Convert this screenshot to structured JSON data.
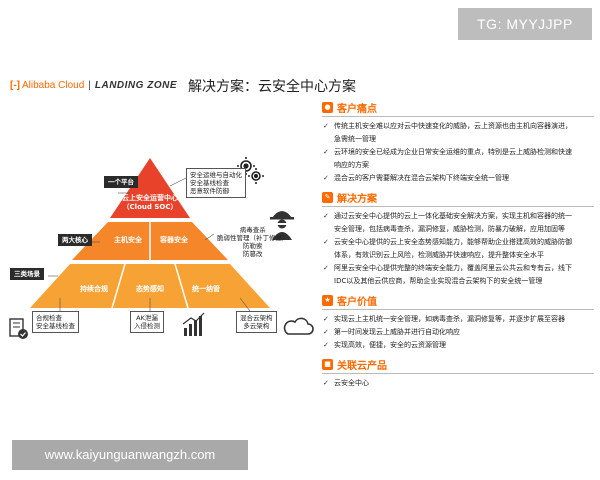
{
  "watermarks": {
    "top_right": "TG: MYYJJPP",
    "bottom_left": "www.kaiyunguanwangzh.com"
  },
  "brand": {
    "logo_mark": "[-]",
    "logo_text": "Alibaba Cloud",
    "separator": "|",
    "subtitle": "LANDING ZONE"
  },
  "page": {
    "title": "解决方案：云安全中心方案"
  },
  "colors": {
    "accent": "#ff6a00",
    "pyramid_top": "#e8432a",
    "pyramid_mid": "#f5862a",
    "pyramid_base": "#f7a235"
  },
  "pyramid": {
    "tags": {
      "platform": "一个平台",
      "core": "两大核心",
      "scenarios": "三类场景"
    },
    "top": {
      "line1": "云上安全运营中心",
      "line2": "（Cloud SOC）"
    },
    "middle": {
      "left": "主机安全",
      "right": "容器安全"
    },
    "base": {
      "left": "持续合规",
      "center": "态势感知",
      "right": "统一纳管"
    },
    "callouts": {
      "top_box": [
        "安全运维与自动化",
        "安全基线检查",
        "恶意软件防御"
      ],
      "mid_box": [
        "病毒查杀",
        "脆弱性管理（补丁修复）",
        "防勒索",
        "防篡改"
      ],
      "bottom_left": [
        "合规检查",
        "安全基线检查"
      ],
      "bottom_center": [
        "AK泄漏",
        "入侵检测"
      ],
      "bottom_right": [
        "混合云架构",
        "多云架构"
      ]
    },
    "icon_names": [
      "gears-icon",
      "hacker-icon",
      "document-check-icon",
      "bar-chart-icon",
      "cloud-icon"
    ]
  },
  "panel": {
    "sections": [
      {
        "icon": "customer-icon",
        "title": "客户痛点",
        "bullets": [
          [
            "传统主机安全难以应对云中快速变化的威胁，云上资源也由主机向容器演进，",
            "急需统一管理"
          ],
          [
            "云环境的安全已经成为企业日常安全运维的重点，特别是云上威胁检测和快速",
            "响应的方案"
          ],
          [
            "混合云的客户需要解决在混合云架构下终端安全统一管理"
          ]
        ]
      },
      {
        "icon": "solution-icon",
        "title": "解决方案",
        "bullets": [
          [
            "通过云安全中心提供的云上一体化基础安全解决方案，实现主机和容器的统一",
            "安全管理，包括病毒查杀，漏洞修复，威胁检测，防暴力破解，应用加固等"
          ],
          [
            "云安全中心提供的云上安全态势感知能力，能够帮助企业搭建高效的威胁防御",
            "体系，有效识别云上风险，检测威胁并快速响应，提升整体安全水平"
          ],
          [
            "阿里云安全中心提供完整的终端安全能力，覆盖阿里云公共云和专有云，线下",
            "IDC以及其他云供应商，帮助企业实现混合云架构下的安全统一管理"
          ]
        ]
      },
      {
        "icon": "value-icon",
        "title": "客户价值",
        "bullets": [
          [
            "实现云上主机统一安全管理，如病毒查杀，漏洞修复等，并逐步扩展至容器"
          ],
          [
            "第一时间发现云上威胁并进行自动化响应"
          ],
          [
            "实现高效，便捷，安全的云资源管理"
          ]
        ]
      },
      {
        "icon": "product-icon",
        "title": "关联云产品",
        "bullets": [
          [
            "云安全中心"
          ]
        ]
      }
    ]
  }
}
